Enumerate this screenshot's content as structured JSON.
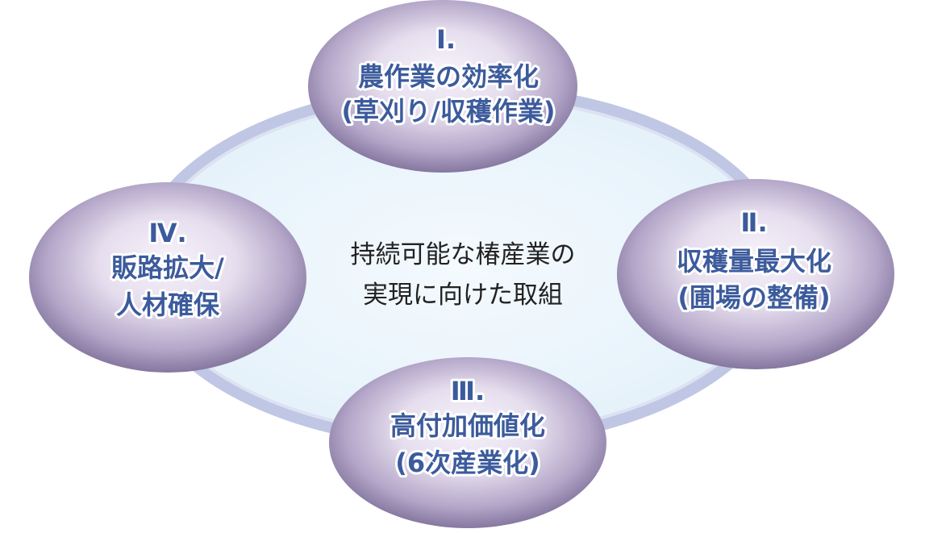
{
  "center": {
    "line1": "持続可能な椿産業の",
    "line2": "実現に向けた取組"
  },
  "nodes": [
    {
      "id": "1",
      "numeral": "Ⅰ.",
      "line1": "農作業の効率化",
      "line2": "(草刈り/収穫作業)"
    },
    {
      "id": "2",
      "numeral": "Ⅱ.",
      "line1": "収穫量最大化",
      "line2": "(圃場の整備)"
    },
    {
      "id": "3",
      "numeral": "Ⅲ.",
      "line1": "高付加価値化",
      "line2": "(6次産業化)"
    },
    {
      "id": "4",
      "numeral": "Ⅳ.",
      "line1": "販路拡大/",
      "line2": "人材確保"
    }
  ],
  "colors": {
    "node_text": "#3c5b9c",
    "center_text": "#222222",
    "ring": "#c9cfe8",
    "ring_fill": "#eaf4fb",
    "node_fill_light": "#f4f0f8",
    "node_fill_dark": "#8a7ca4"
  }
}
